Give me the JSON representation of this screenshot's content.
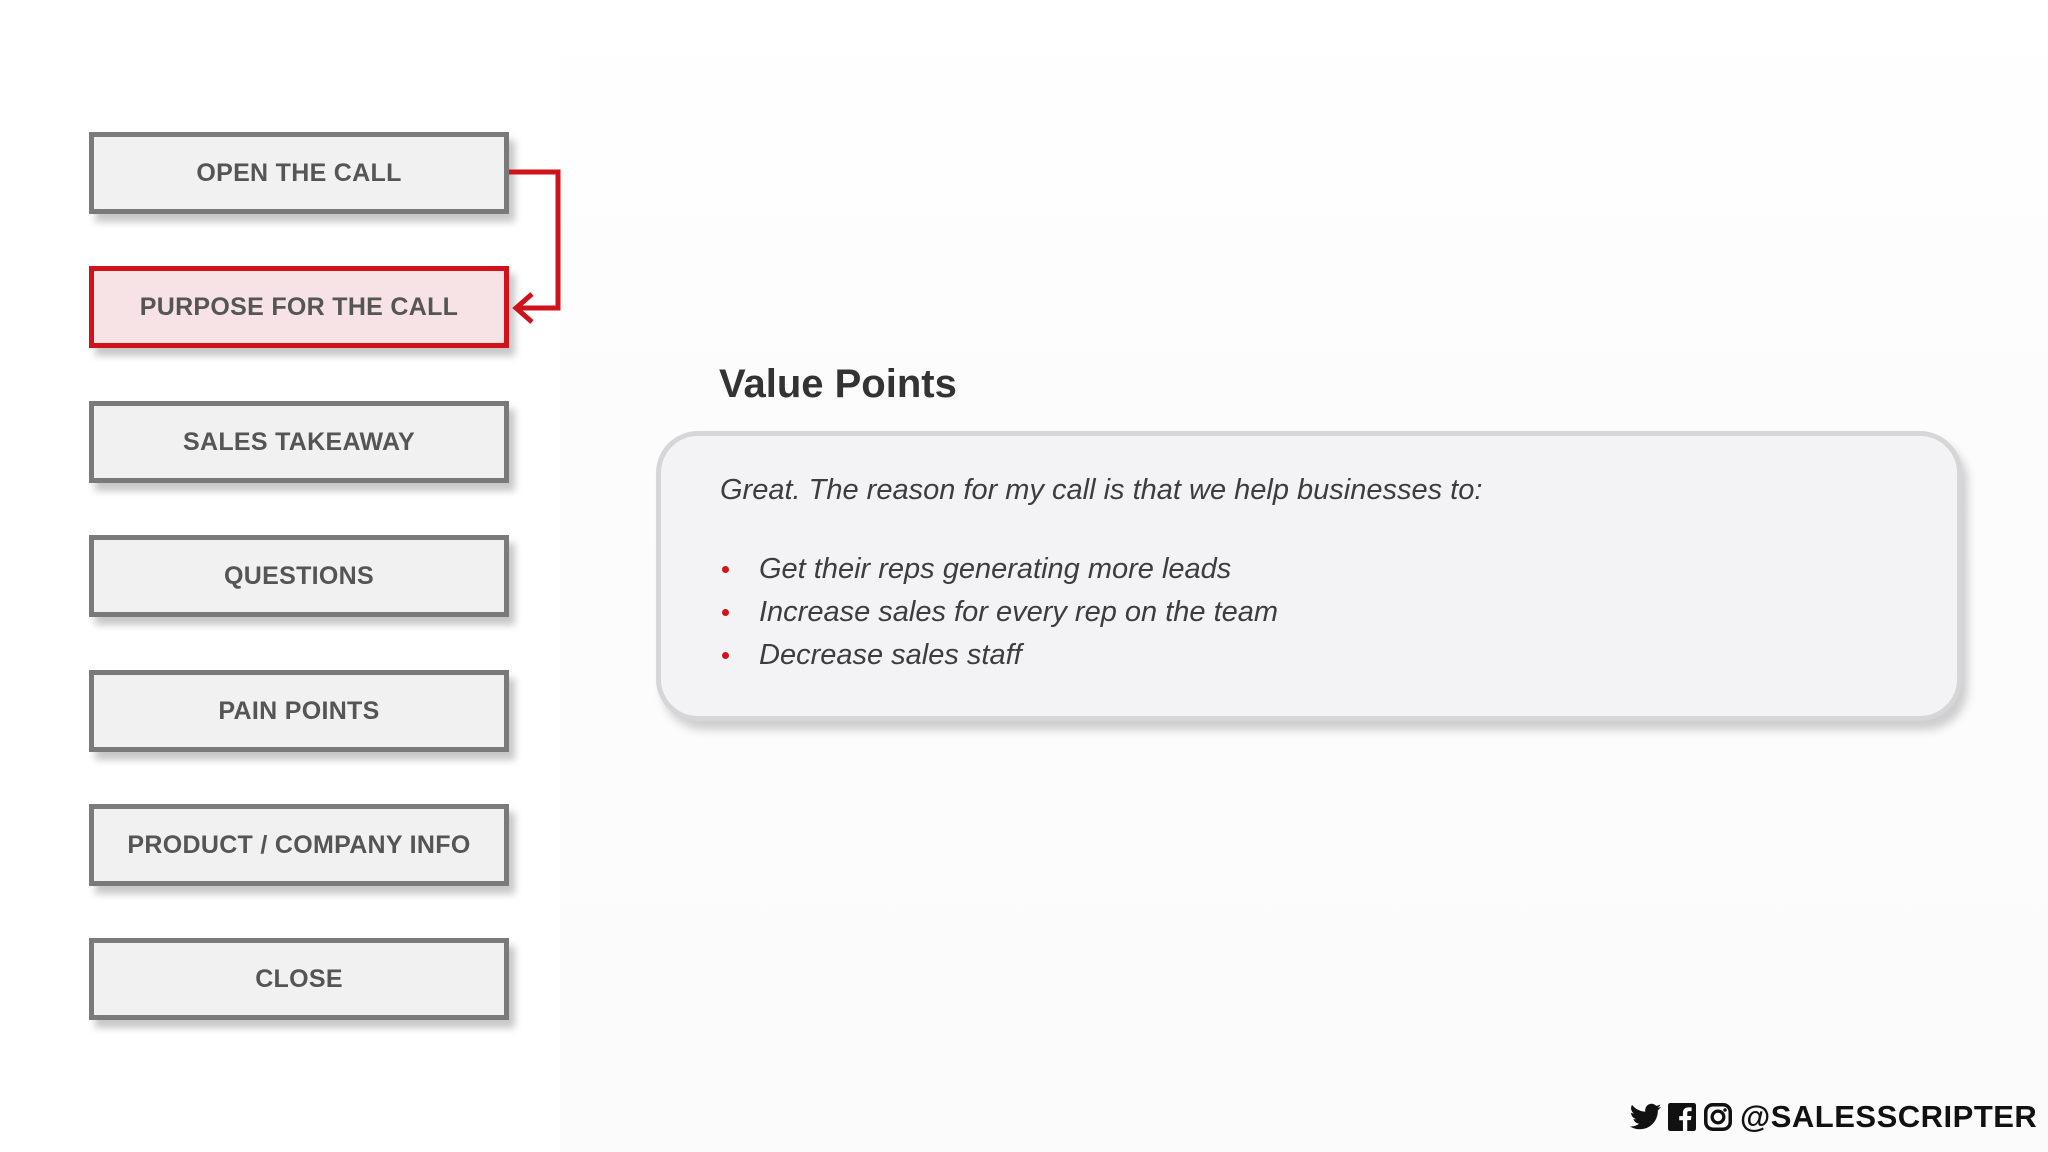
{
  "nav": {
    "items": [
      {
        "label": "OPEN THE CALL",
        "active": false
      },
      {
        "label": "PURPOSE FOR THE CALL",
        "active": true
      },
      {
        "label": "SALES TAKEAWAY",
        "active": false
      },
      {
        "label": "QUESTIONS",
        "active": false
      },
      {
        "label": "PAIN POINTS",
        "active": false
      },
      {
        "label": "PRODUCT / COMPANY INFO",
        "active": false
      },
      {
        "label": "CLOSE",
        "active": false
      }
    ]
  },
  "content": {
    "title": "Value Points",
    "intro": "Great. The reason for my call is that we help businesses to:",
    "bullets": [
      "Get their reps generating more leads",
      "Increase sales for every rep on the team",
      "Decrease sales staff"
    ]
  },
  "footer": {
    "icons": [
      "twitter-icon",
      "facebook-icon",
      "instagram-icon"
    ],
    "handle": "@SALESSCRIPTER"
  },
  "colors": {
    "accent": "#d0121b",
    "button_border": "#7a7a7a",
    "button_bg": "#f1f1f2",
    "active_bg": "#f7e3e5",
    "text": "#555555"
  }
}
